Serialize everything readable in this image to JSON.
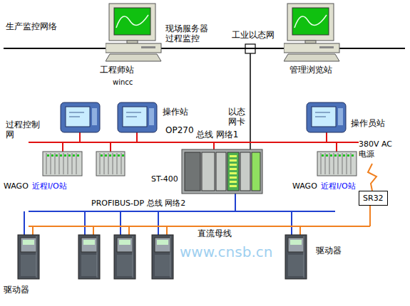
{
  "diagram": {
    "nodes": [
      {
        "text": [
          "现场服务器 过程监控",
          "工程师站",
          "wincc"
        ]
      },
      {
        "text": [
          "管理浏览站"
        ]
      },
      {
        "text": [
          "SR32"
        ]
      }
    ],
    "edges": [
      {
        "from": 0,
        "to": 1,
        "arrow": "none",
        "label": "工业以态网"
      }
    ],
    "labels": [
      "生产监控网络",
      "以态 网卡",
      "操作站",
      "OP270",
      "操作员站",
      "过程控制 网",
      "总线 网络1",
      "380V AC 电源",
      "WAGO",
      "近程I/O站",
      "WAGO",
      "近程I/O站",
      "ST-400",
      "PROFIBUS-DP 总线 网络2",
      "直流母线",
      "驱动器",
      "驱动器",
      "www.cnsb.cn"
    ]
  }
}
